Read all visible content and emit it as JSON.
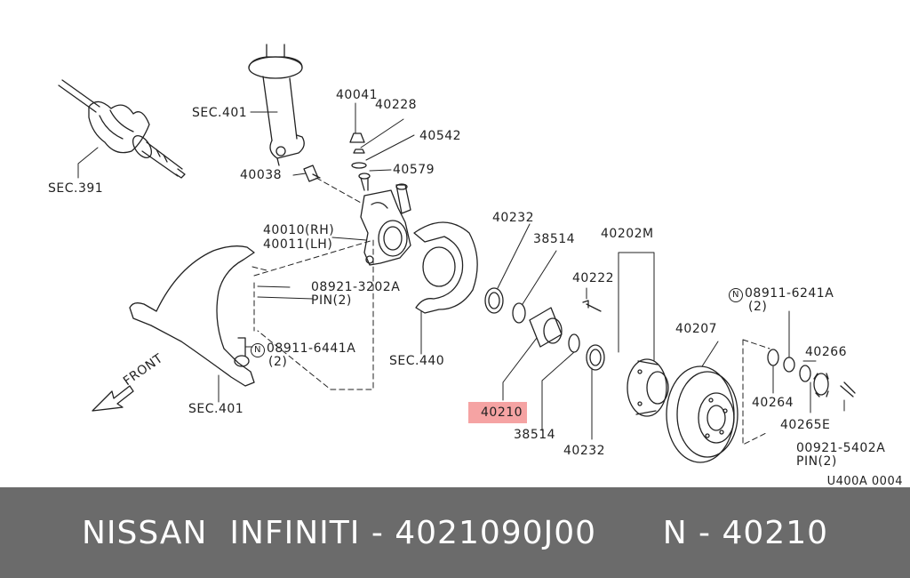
{
  "labels": {
    "sec401_top": "SEC.401",
    "sec391": "SEC.391",
    "p40041": "40041",
    "p40228": "40228",
    "p40542": "40542",
    "p40579": "40579",
    "p40038": "40038",
    "p40010": "40010(RH)",
    "p40011": "40011(LH)",
    "p08921_a": "08921-3202A",
    "p08921_b": "PIN(2)",
    "p08911_6441_a": "08911-6441A",
    "p08911_6441_b": "(2)",
    "sec401_bottom": "SEC.401",
    "front": "FRONT",
    "p40232_top": "40232",
    "p38514_top": "38514",
    "sec440": "SEC.440",
    "p40210": "40210",
    "p38514_bottom": "38514",
    "p40232_bottom": "40232",
    "p40202m": "40202M",
    "p40222": "40222",
    "p40207": "40207",
    "p08911_6241_a": "08911-6241A",
    "p08911_6241_b": "(2)",
    "p40266": "40266",
    "p40264": "40264",
    "p40265e": "40265E",
    "p00921_a": "00921-5402A",
    "p00921_b": "PIN(2)",
    "diagram_code": "U400A 0004",
    "n_mark": "N"
  },
  "banner": {
    "left": "NISSAN  INFINITI - 4021090J00",
    "right": "N - 40210"
  },
  "colors": {
    "banner_bg": "#6b6b6b",
    "banner_text": "#ffffff",
    "highlight": "#f5a3a3",
    "line": "#222222"
  }
}
